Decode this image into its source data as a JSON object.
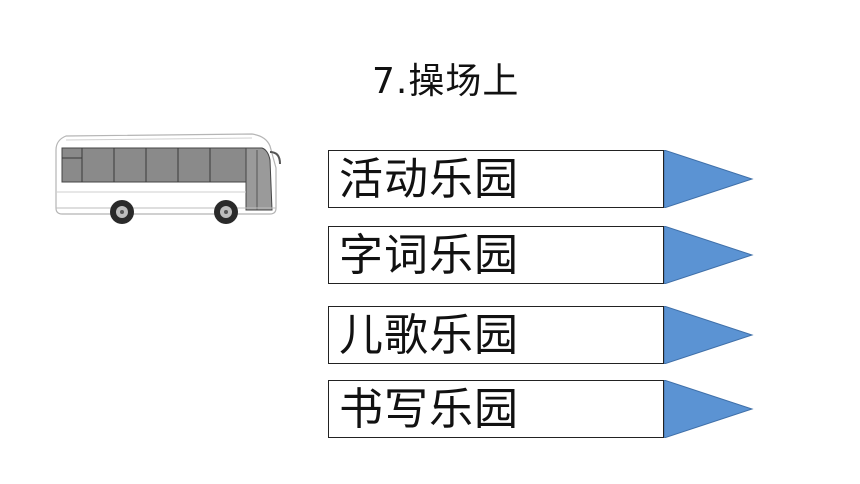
{
  "slide": {
    "title": "7.操场上"
  },
  "menu": {
    "items": [
      {
        "label": "活动乐园"
      },
      {
        "label": "字词乐园"
      },
      {
        "label": "儿歌乐园"
      },
      {
        "label": "书写乐园"
      }
    ]
  },
  "icons": {
    "bus": "bus-icon",
    "arrow": "play-triangle-icon"
  },
  "colors": {
    "arrow_fill": "#5b93d3",
    "arrow_stroke": "#3f6fa8",
    "bus_body": "#ffffff",
    "bus_window": "#8a8a8a",
    "text": "#111111"
  }
}
